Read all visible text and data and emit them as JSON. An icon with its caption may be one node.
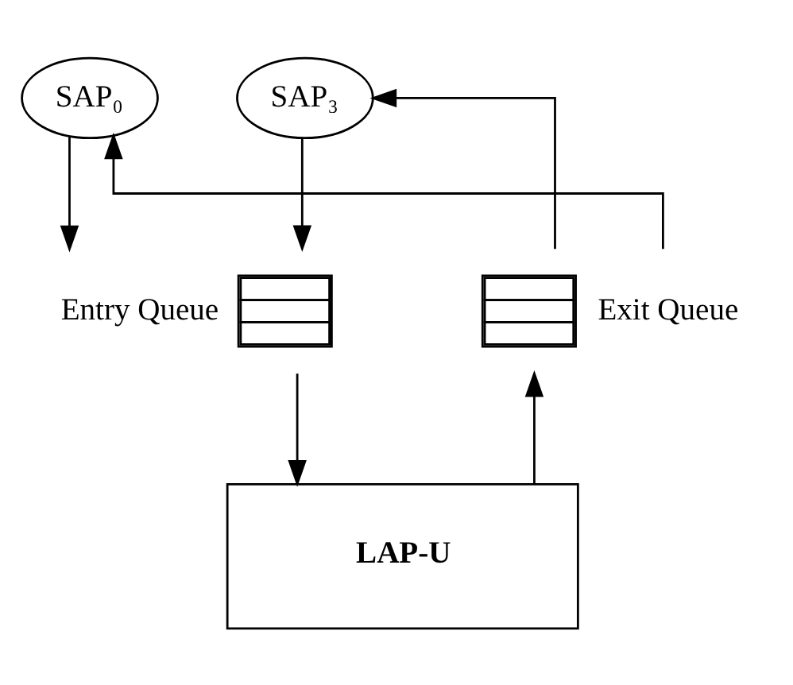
{
  "diagram": {
    "nodes": [
      {
        "text": [
          "SAP₀"
        ]
      },
      {
        "text": [
          "SAP₃"
        ]
      },
      {
        "text": [],
        "shape": "box",
        "beside": [
          "Entry Queue"
        ]
      },
      {
        "text": [],
        "shape": "box",
        "beside": [
          "Exit Queue"
        ]
      },
      {
        "text": [
          "LAP-U"
        ]
      }
    ],
    "edges": [
      {
        "from": 0,
        "to": 2,
        "arrow": "to"
      },
      {
        "from": 1,
        "to": 2,
        "arrow": "to"
      },
      {
        "from": 3,
        "to": 0,
        "arrow": "to"
      },
      {
        "from": 3,
        "to": 1,
        "arrow": "to"
      },
      {
        "from": 2,
        "to": 4,
        "arrow": "to"
      },
      {
        "from": 4,
        "to": 3,
        "arrow": "to"
      }
    ]
  }
}
